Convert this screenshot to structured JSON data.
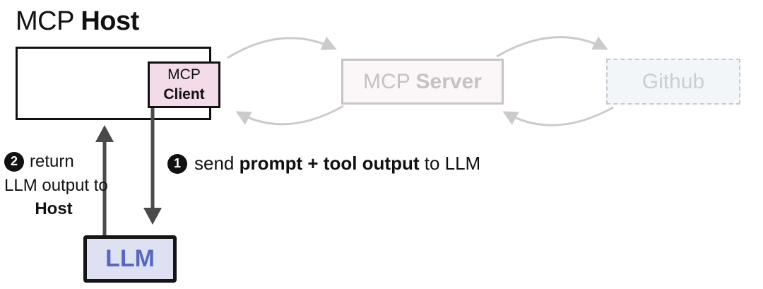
{
  "title": {
    "prefix": "MCP ",
    "emphasis": "Host"
  },
  "nodes": {
    "host": {
      "label_prefix": "MCP ",
      "label_emphasis": "Host"
    },
    "client": {
      "line1": "MCP",
      "line2": "Client"
    },
    "server": {
      "prefix": "MCP ",
      "emphasis": "Server"
    },
    "github": {
      "label": "Github"
    },
    "llm": {
      "label": "LLM"
    }
  },
  "annotations": {
    "step1": {
      "number": "1",
      "pre": "send ",
      "bold": "prompt + tool output",
      "post": " to LLM"
    },
    "step2": {
      "number": "2",
      "line1": "return",
      "line2": "LLM output to",
      "line3": "Host"
    }
  },
  "colors": {
    "client_fill": "#f3dbe9",
    "llm_fill": "#dee1f1",
    "llm_text": "#5767be",
    "faded_stroke": "#c8c4c6",
    "server_fill": "#fbf6f7",
    "github_fill": "#f2f6f9",
    "loop_arrow": "#cbcbcb",
    "dark_arrow": "#4a4a4a",
    "ink": "#111111"
  }
}
